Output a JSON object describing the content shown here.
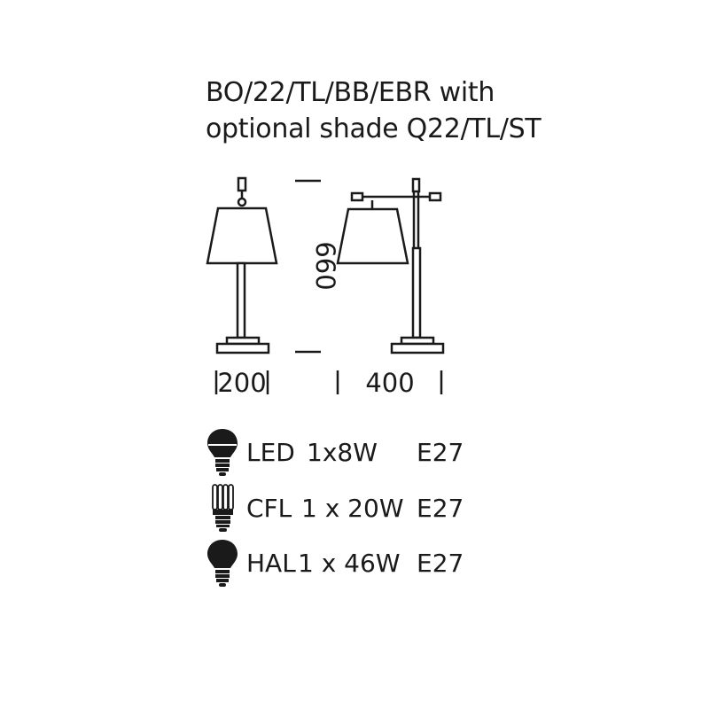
{
  "title": {
    "line1": "BO/22/TL/BB/EBR with",
    "line2": "optional shade Q22/TL/ST"
  },
  "dimensions": {
    "height": "660",
    "base_width": "200",
    "total_width": "400"
  },
  "bulbs": [
    {
      "icon": "led-bulb-icon",
      "type": "LED",
      "quantity": "1x8W",
      "socket": "E27"
    },
    {
      "icon": "cfl-bulb-icon",
      "type": "CFL",
      "quantity": "1 x 20W",
      "socket": "E27"
    },
    {
      "icon": "halogen-bulb-icon",
      "type": "HAL",
      "quantity": "1 x 46W",
      "socket": "E27"
    }
  ],
  "colors": {
    "line": "#1a1a1a",
    "background": "#ffffff"
  }
}
